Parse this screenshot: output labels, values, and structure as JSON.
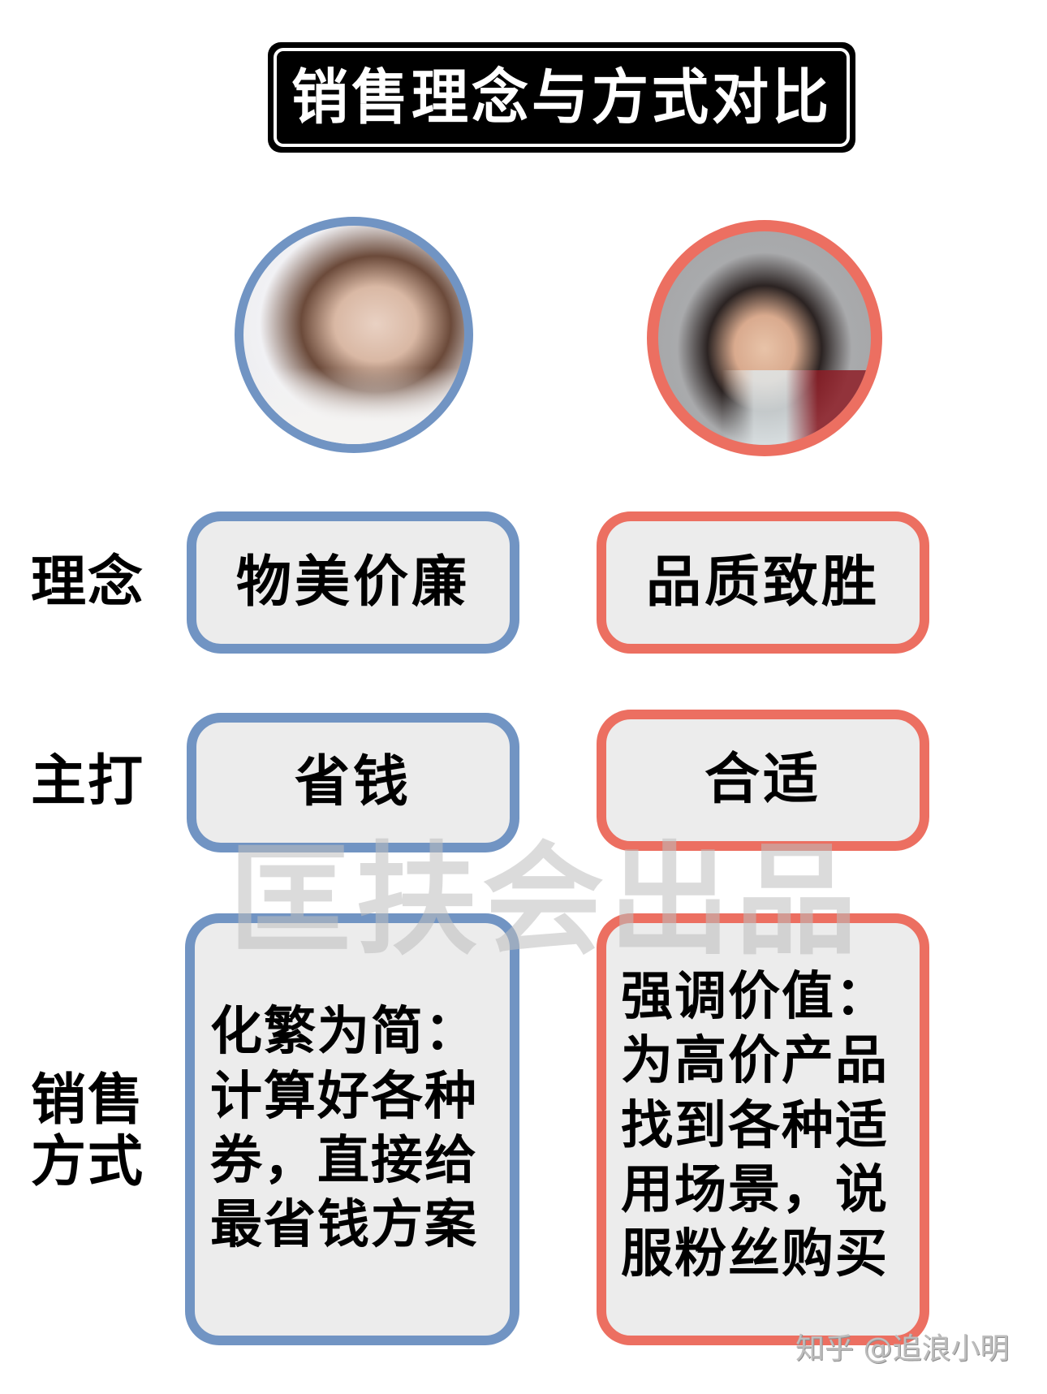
{
  "title": "销售理念与方式对比",
  "colors": {
    "left_accent": "#7194c3",
    "right_accent": "#ec6f61",
    "box_fill": "#ececec",
    "title_bg": "#000000",
    "title_text": "#ffffff"
  },
  "avatars": {
    "left": {
      "description": "woman-portrait",
      "border_color": "#7194c3"
    },
    "right": {
      "description": "man-portrait",
      "border_color": "#ec6f61"
    }
  },
  "rows": [
    {
      "label": "理念",
      "left": "物美价廉",
      "right": "品质致胜"
    },
    {
      "label": "主打",
      "left": "省钱",
      "right": "合适"
    },
    {
      "label_lines": [
        "销售",
        "方式"
      ],
      "left_lines": [
        "化繁为简：",
        "计算好各种",
        "券，直接给",
        "最省钱方案"
      ],
      "right_lines": [
        "强调价值：",
        "为高价产品",
        "找到各种适",
        "用场景，说",
        "服粉丝购买"
      ]
    }
  ],
  "watermarks": {
    "center": "匡扶会出品",
    "corner": "知乎 @追浪小明"
  }
}
